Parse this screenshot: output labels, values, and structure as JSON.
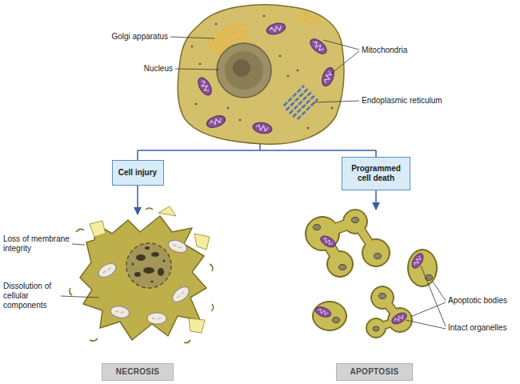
{
  "diagram": {
    "nodes": [
      {
        "text": [
          "Cell injury"
        ]
      },
      {
        "text": [
          "Programmed cell death"
        ]
      },
      {
        "text": [
          "NECROSIS"
        ]
      },
      {
        "text": [
          "APOPTOSIS"
        ]
      }
    ],
    "labels": [
      "Golgi apparatus",
      "Nucleus",
      "Mitochondria",
      "Endoplasmic reticulum",
      "Loss of membrane integrity",
      "Dissolution of cellular components",
      "Apoptotic bodies",
      "Intact organelles"
    ]
  }
}
